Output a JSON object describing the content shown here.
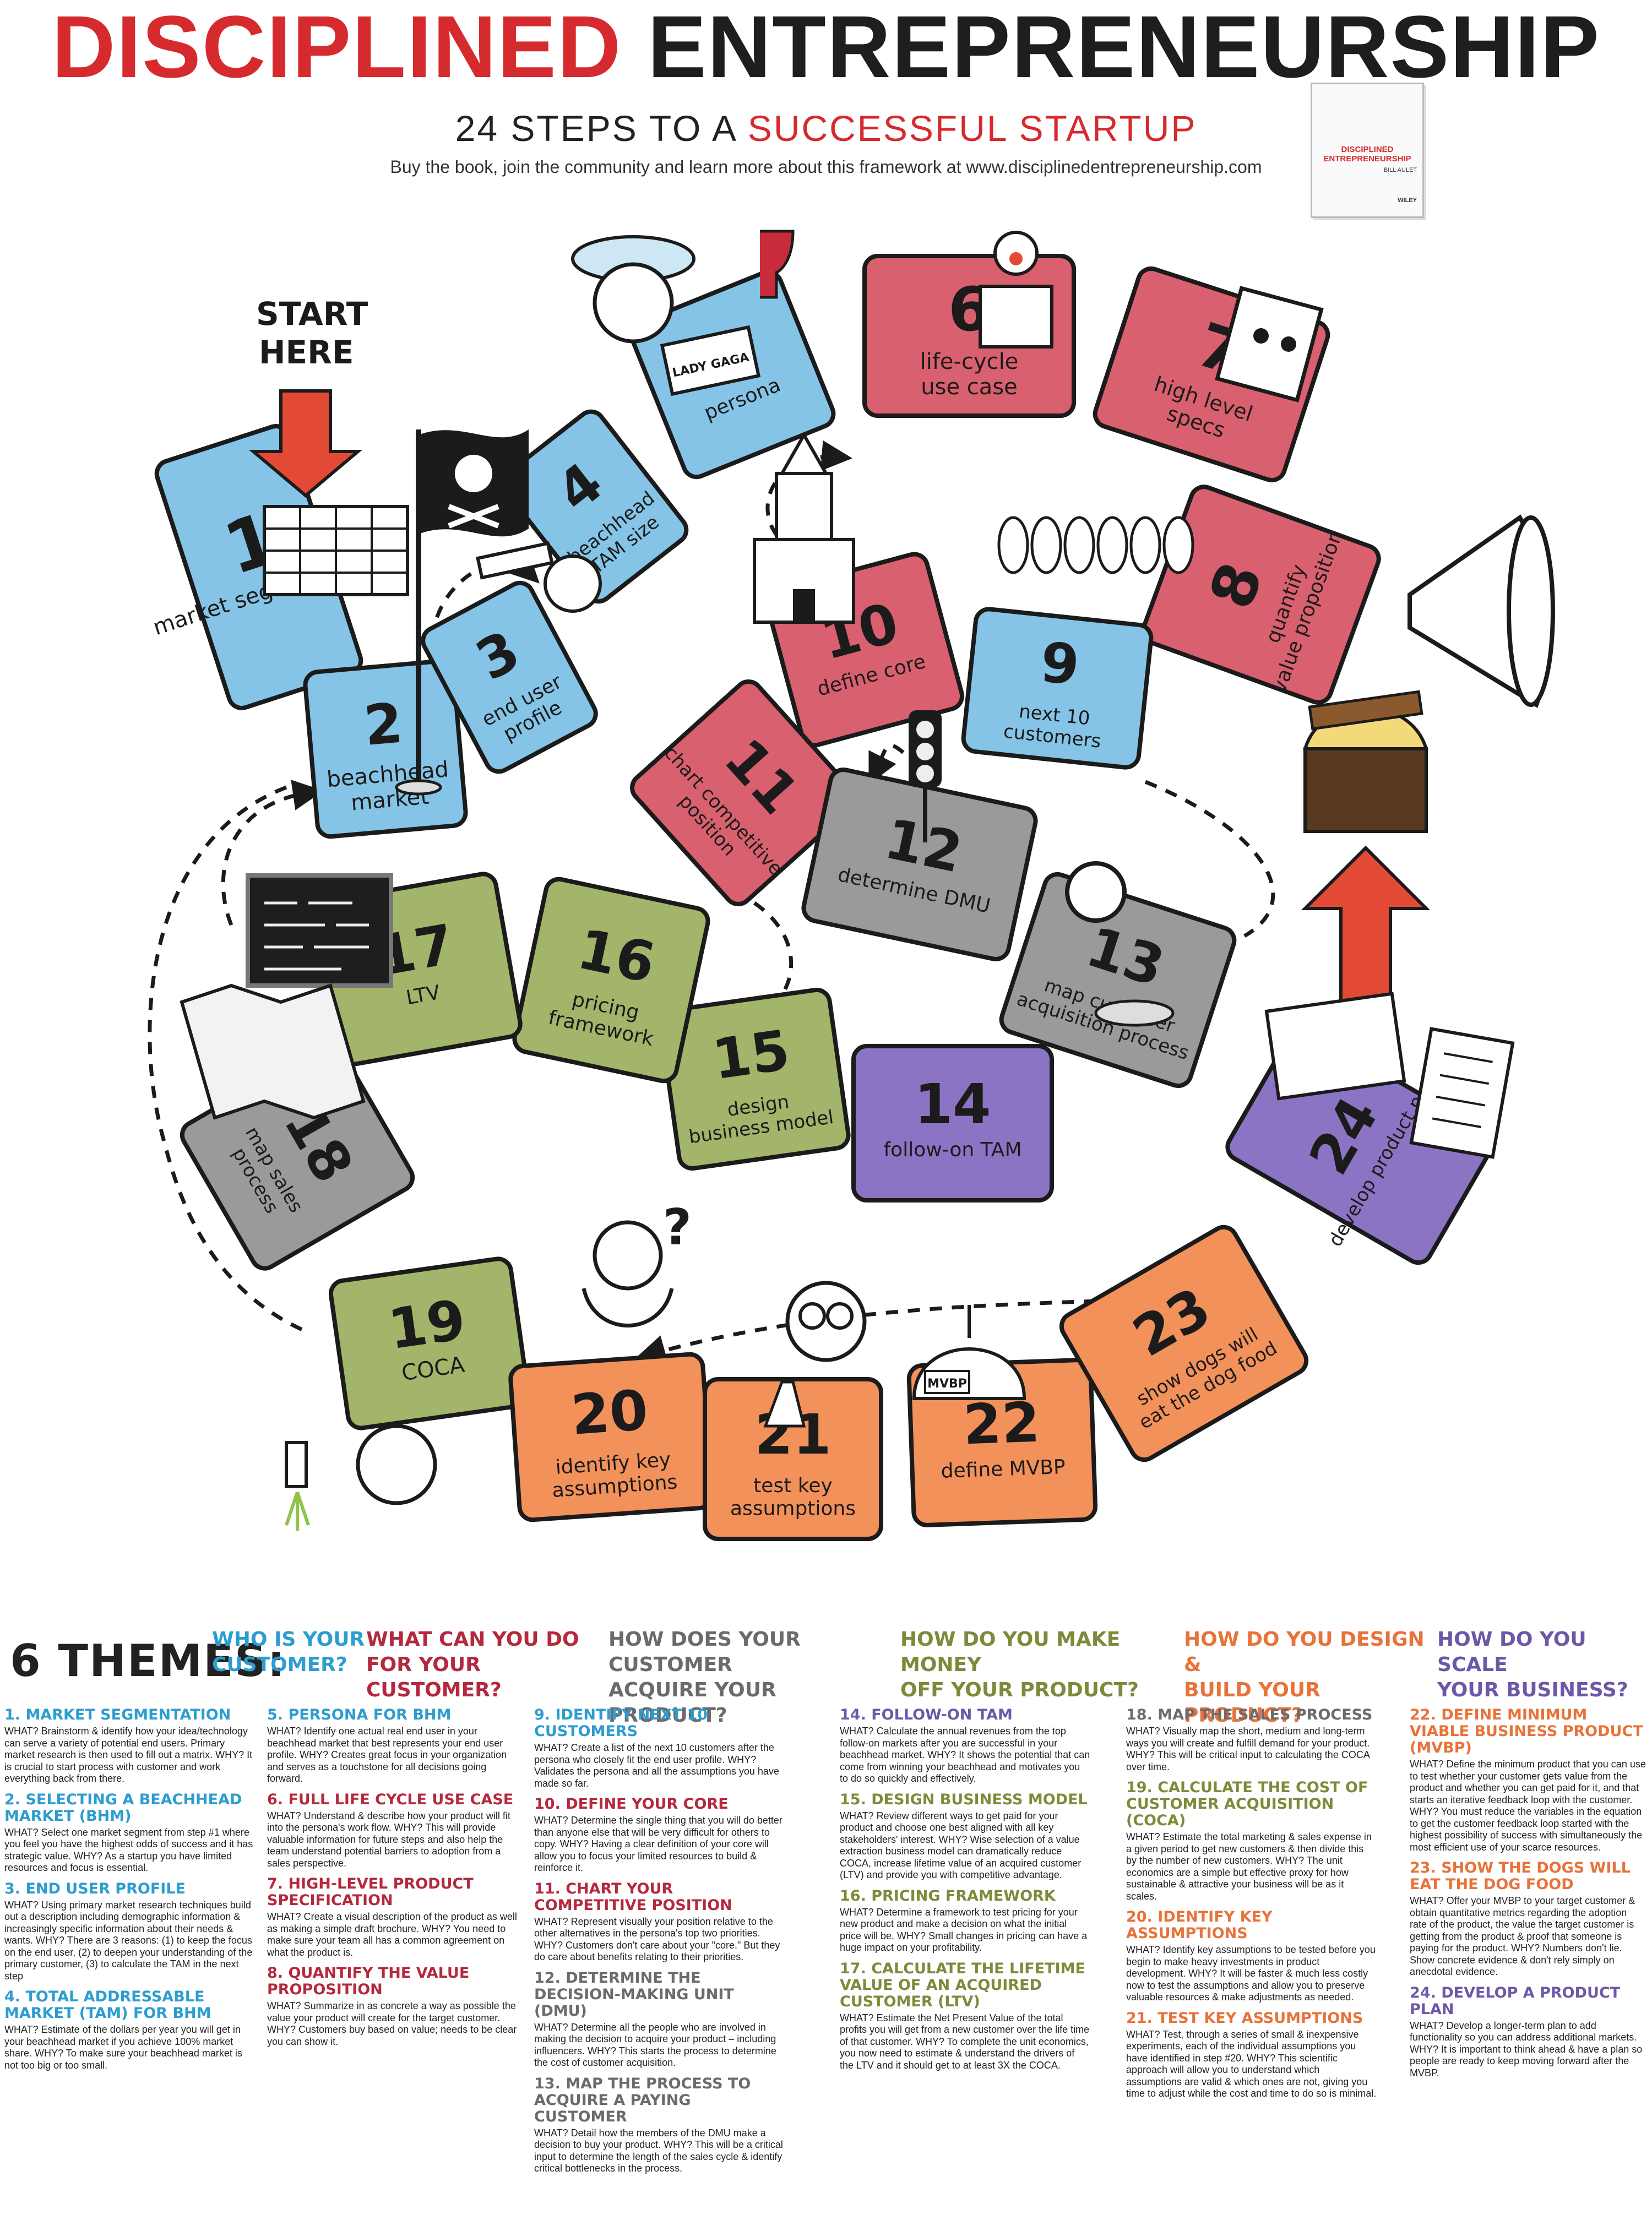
{
  "header": {
    "title_part1": "DISCIPLINED",
    "title_part2": "ENTREPRENEURSHIP",
    "subtitle_part1": "24 STEPS TO A",
    "subtitle_part2": "SUCCESSFUL STARTUP",
    "tagline": "Buy the book, join the community and learn more about this framework at www.disciplinedentrepreneurship.com",
    "book_title": "DISCIPLINED ENTREPRENEURSHIP",
    "book_author": "BILL AULET",
    "book_publisher": "WILEY"
  },
  "board": {
    "start_line1": "START",
    "start_line2": "HERE",
    "flag_note": "LADY GAGA",
    "mvbp_sign": "MVBP",
    "question_mark": "?",
    "colors": {
      "blue": "#85c4e6",
      "red": "#d9606e",
      "gray": "#9a9a9d",
      "purple": "#8b74c4",
      "green": "#a2b56a",
      "orange": "#f3915a",
      "outline": "#1b1b1b"
    },
    "tiles": [
      {
        "num": "1",
        "line1": "market segmentation",
        "line2": ""
      },
      {
        "num": "2",
        "line1": "beachhead",
        "line2": "market"
      },
      {
        "num": "3",
        "line1": "end user",
        "line2": "profile"
      },
      {
        "num": "4",
        "line1": "beachhead",
        "line2": "TAM size"
      },
      {
        "num": "5",
        "line1": "persona",
        "line2": ""
      },
      {
        "num": "6",
        "line1": "life-cycle",
        "line2": "use case"
      },
      {
        "num": "7",
        "line1": "high level",
        "line2": "specs"
      },
      {
        "num": "8",
        "line1": "quantify",
        "line2": "value proposition"
      },
      {
        "num": "9",
        "line1": "next 10",
        "line2": "customers"
      },
      {
        "num": "10",
        "line1": "define core",
        "line2": ""
      },
      {
        "num": "11",
        "line1": "chart competitive",
        "line2": "position"
      },
      {
        "num": "12",
        "line1": "determine DMU",
        "line2": ""
      },
      {
        "num": "13",
        "line1": "map customer",
        "line2": "acquisition process"
      },
      {
        "num": "14",
        "line1": "follow-on TAM",
        "line2": ""
      },
      {
        "num": "15",
        "line1": "design",
        "line2": "business model"
      },
      {
        "num": "16",
        "line1": "pricing",
        "line2": "framework"
      },
      {
        "num": "17",
        "line1": "LTV",
        "line2": ""
      },
      {
        "num": "18",
        "line1": "map sales",
        "line2": "process"
      },
      {
        "num": "19",
        "line1": "COCA",
        "line2": ""
      },
      {
        "num": "20",
        "line1": "identify key",
        "line2": "assumptions"
      },
      {
        "num": "21",
        "line1": "test key",
        "line2": "assumptions"
      },
      {
        "num": "22",
        "line1": "define MVBP",
        "line2": ""
      },
      {
        "num": "23",
        "line1": "show dogs will",
        "line2": "eat the dog food"
      },
      {
        "num": "24",
        "line1": "develop product plan",
        "line2": ""
      }
    ]
  },
  "themes": {
    "label": "6 THEMES:",
    "items": [
      {
        "line1": "WHO IS YOUR",
        "line2": "CUSTOMER?"
      },
      {
        "line1": "WHAT CAN YOU DO",
        "line2": "FOR YOUR CUSTOMER?"
      },
      {
        "line1": "HOW DOES YOUR CUSTOMER",
        "line2": "ACQUIRE YOUR PRODUCT?"
      },
      {
        "line1": "HOW DO YOU MAKE MONEY",
        "line2": "OFF YOUR PRODUCT?"
      },
      {
        "line1": "HOW DO YOU DESIGN &",
        "line2": "BUILD YOUR PRODUCT?"
      },
      {
        "line1": "HOW DO YOU SCALE",
        "line2": "YOUR BUSINESS?"
      }
    ]
  },
  "steps": [
    {
      "title": "1. MARKET SEGMENTATION",
      "body": "WHAT? Brainstorm & identify how your idea/technology can serve a variety of potential end users. Primary market research is then used to fill out a matrix. WHY? It is crucial to start process with customer and work everything back from there."
    },
    {
      "title": "2. SELECTING A BEACHHEAD MARKET (BHM)",
      "body": "WHAT? Select one market segment from step #1 where you feel you have the highest odds of success and it has strategic value. WHY? As a startup you have limited resources and focus is essential."
    },
    {
      "title": "3. END USER PROFILE",
      "body": "WHAT? Using primary market research techniques build out a description including demographic information & increasingly specific information about their needs & wants. WHY? There are 3 reasons: (1) to keep the focus on the end user, (2) to deepen your understanding of the primary customer, (3) to calculate the TAM in the next step"
    },
    {
      "title": "4. TOTAL ADDRESSABLE MARKET (TAM) FOR BHM",
      "body": "WHAT? Estimate of the dollars per year you will get in your beachhead market if you achieve 100% market share. WHY? To make sure your beachhead market is not too big or too small."
    },
    {
      "title": "5. PERSONA FOR BHM",
      "body": "WHAT? Identify one actual real end user in your beachhead market that best represents your end user profile. WHY? Creates great focus in your organization and serves as a touchstone for all decisions going forward."
    },
    {
      "title": "6. FULL LIFE CYCLE USE CASE",
      "body": "WHAT? Understand & describe how your product will fit into the persona's work flow. WHY? This will provide valuable information for future steps and also help the team understand potential barriers to adoption from a sales perspective."
    },
    {
      "title": "7. HIGH-LEVEL PRODUCT SPECIFICATION",
      "body": "WHAT? Create a visual description of the product as well as making a simple draft brochure. WHY? You need to make sure your team all has a common agreement on what the product is."
    },
    {
      "title": "8. QUANTIFY THE VALUE PROPOSITION",
      "body": "WHAT? Summarize in as concrete a way as possible the value your product will create for the target customer. WHY? Customers buy based on value; needs to be clear you can show it."
    },
    {
      "title": "9. IDENTIFY NEXT 10 CUSTOMERS",
      "body": "WHAT? Create a list of the next 10 customers after the persona who closely fit the end user profile. WHY? Validates the persona and all the assumptions you have made so far."
    },
    {
      "title": "10. DEFINE YOUR CORE",
      "body": "WHAT? Determine the single thing that you will do better than anyone else that will be very difficult for others to copy. WHY? Having a clear definition of your core will allow you to focus your limited resources to build & reinforce it."
    },
    {
      "title": "11. CHART YOUR COMPETITIVE POSITION",
      "body": "WHAT? Represent visually your position relative to the other alternatives in the persona's top two priorities. WHY? Customers don't care about your \"core.\" But they do care about benefits relating to their priorities."
    },
    {
      "title": "12. DETERMINE THE DECISION-MAKING UNIT (DMU)",
      "body": "WHAT? Determine all the people who are involved in making the decision to acquire your product – including influencers. WHY? This starts the process to determine the cost of customer acquisition."
    },
    {
      "title": "13. MAP THE PROCESS TO ACQUIRE A PAYING CUSTOMER",
      "body": "WHAT? Detail how the members of the DMU make a decision to buy your product. WHY? This will be a critical input to determine the length of the sales cycle & identify critical bottlenecks in the process."
    },
    {
      "title": "14. FOLLOW-ON TAM",
      "body": "WHAT? Calculate the annual revenues from the top follow-on markets after you are successful in your beachhead market. WHY? It shows the potential that can come from winning your beachhead and motivates you to do so quickly and effectively."
    },
    {
      "title": "15. DESIGN BUSINESS MODEL",
      "body": "WHAT? Review different ways to get paid for your product and choose one best aligned with all key stakeholders' interest. WHY? Wise selection of a value extraction business model can dramatically reduce COCA, increase lifetime value of an acquired customer (LTV) and provide you with competitive advantage."
    },
    {
      "title": "16. PRICING FRAMEWORK",
      "body": "WHAT? Determine a framework to test pricing for your new product and make a decision on what the initial price will be. WHY? Small changes in pricing can have a huge impact on your profitability."
    },
    {
      "title": "17. CALCULATE THE LIFETIME VALUE OF AN ACQUIRED CUSTOMER (LTV)",
      "body": "WHAT? Estimate the Net Present Value of the total profits you will get from a new customer over the life time of that customer. WHY? To complete the unit economics, you now need to estimate & understand the drivers of the LTV and it should get to at least 3X the COCA."
    },
    {
      "title": "18. MAP THE SALES PROCESS",
      "body": "WHAT? Visually map the short, medium and long-term ways you will create and fulfill demand for your product. WHY? This will be critical input to calculating the COCA over time."
    },
    {
      "title": "19. CALCULATE THE COST OF CUSTOMER ACQUISITION (COCA)",
      "body": "WHAT? Estimate the total marketing & sales expense in a given period to get new customers & then divide this by the number of new customers. WHY? The unit economics are a simple but effective proxy for how sustainable & attractive your business will be as it scales."
    },
    {
      "title": "20. IDENTIFY KEY ASSUMPTIONS",
      "body": "WHAT? Identify key assumptions to be tested before you begin to make heavy investments in product development. WHY? It will be faster & much less costly now to test the assumptions and allow you to preserve valuable resources & make adjustments as needed."
    },
    {
      "title": "21. TEST KEY ASSUMPTIONS",
      "body": "WHAT? Test, through a series of small & inexpensive experiments, each of the individual assumptions you have identified in step #20. WHY? This scientific approach will allow you to understand which assumptions are valid & which ones are not, giving you time to adjust while the cost and time to do so is minimal."
    },
    {
      "title": "22. DEFINE MINIMUM VIABLE BUSINESS PRODUCT (MVBP)",
      "body": "WHAT? Define the minimum product that you can use to test whether your customer gets value from the product and whether you can get paid for it, and that starts an iterative feedback loop with the customer. WHY? You must reduce the variables in the equation to get the customer feedback loop started with the highest possibility of success with simultaneously the most efficient use of your scarce resources."
    },
    {
      "title": "23. SHOW THE DOGS WILL EAT THE DOG FOOD",
      "body": "WHAT? Offer your MVBP to your target customer & obtain quantitative metrics regarding the adoption rate of the product, the value the target customer is getting from the product & proof that someone is paying for the product. WHY? Numbers don't lie. Show concrete evidence & don't rely simply on anecdotal evidence."
    },
    {
      "title": "24. DEVELOP A PRODUCT PLAN",
      "body": "WHAT? Develop a longer-term plan to add functionality so you can address additional markets. WHY? It is important to think ahead & have a plan so people are ready to keep moving forward after the MVBP."
    }
  ]
}
